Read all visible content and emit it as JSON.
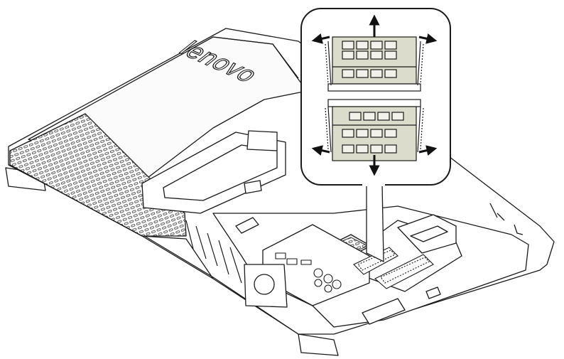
{
  "brand": {
    "logo_text": "lenovo"
  },
  "colors": {
    "stroke": "#1a1a1a",
    "chassis_fill": "#ffffff",
    "shadow": "#d9d9d9",
    "module_fill": "#dcdccc",
    "chip_fill": "#f2f2ea"
  },
  "callout": {
    "arrows": [
      "push-out-left",
      "push-out-right",
      "pull-up",
      "pull-down"
    ]
  }
}
